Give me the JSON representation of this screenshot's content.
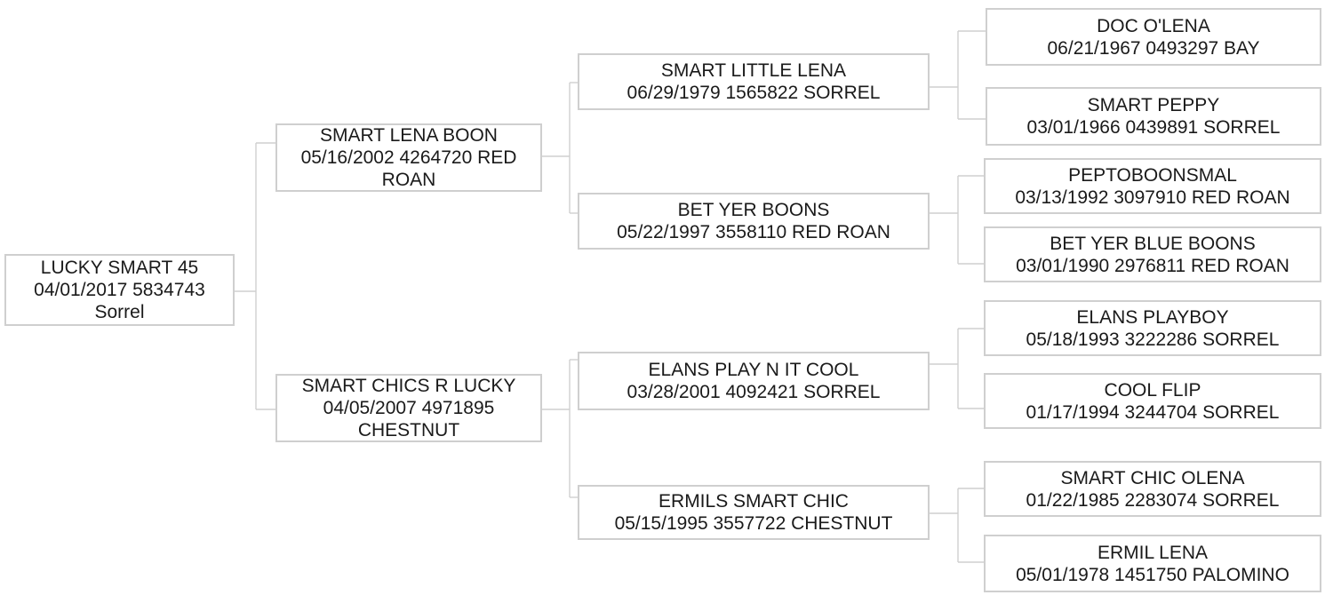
{
  "pedigree": {
    "subject": {
      "name": "LUCKY SMART 45",
      "details": "04/01/2017 5834743",
      "extra": "Sorrel"
    },
    "sire": {
      "name": "SMART LENA BOON",
      "details": "05/16/2002 4264720 RED",
      "extra": "ROAN"
    },
    "dam": {
      "name": "SMART CHICS R LUCKY",
      "details": "04/05/2007 4971895",
      "extra": "CHESTNUT"
    },
    "sire_sire": {
      "name": "SMART LITTLE LENA",
      "details": "06/29/1979 1565822 SORREL"
    },
    "sire_dam": {
      "name": "BET YER BOONS",
      "details": "05/22/1997 3558110 RED ROAN"
    },
    "dam_sire": {
      "name": "ELANS PLAY N IT COOL",
      "details": "03/28/2001 4092421 SORREL"
    },
    "dam_dam": {
      "name": "ERMILS SMART CHIC",
      "details": "05/15/1995 3557722 CHESTNUT"
    },
    "ss_sire": {
      "name": "DOC O'LENA",
      "details": "06/21/1967 0493297 BAY"
    },
    "ss_dam": {
      "name": "SMART PEPPY",
      "details": "03/01/1966 0439891 SORREL"
    },
    "sd_sire": {
      "name": "PEPTOBOONSMAL",
      "details": "03/13/1992 3097910 RED ROAN"
    },
    "sd_dam": {
      "name": "BET YER BLUE BOONS",
      "details": "03/01/1990 2976811 RED ROAN"
    },
    "ds_sire": {
      "name": "ELANS PLAYBOY",
      "details": "05/18/1993 3222286 SORREL"
    },
    "ds_dam": {
      "name": "COOL FLIP",
      "details": "01/17/1994 3244704 SORREL"
    },
    "dd_sire": {
      "name": "SMART CHIC OLENA",
      "details": "01/22/1985 2283074 SORREL"
    },
    "dd_dam": {
      "name": "ERMIL LENA",
      "details": "05/01/1978 1451750 PALOMINO"
    }
  }
}
